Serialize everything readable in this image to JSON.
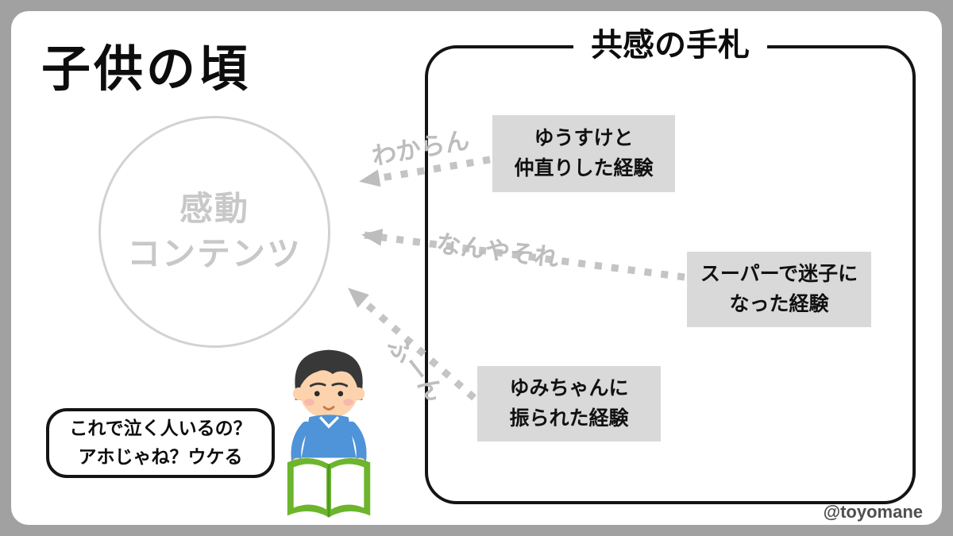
{
  "page": {
    "title": "子供の頃",
    "credit": "@toyomane",
    "colors": {
      "frame_gray": "#a1a1a1",
      "card_gray": "#d9d9d9",
      "muted_gray": "#bdbdbd",
      "ink": "#0d0d0d",
      "book_green": "#6cb52d",
      "shirt_blue": "#4f93d8"
    }
  },
  "panel": {
    "title": "共感の手札",
    "cards": [
      {
        "label": "ゆうすけと\n仲直りした経験"
      },
      {
        "label": "スーパーで迷子に\nなった経験"
      },
      {
        "label": "ゆみちゃんに\n振られた経験"
      }
    ]
  },
  "circle": {
    "label": "感動\nコンテンツ"
  },
  "reactions": [
    {
      "label": "わからん"
    },
    {
      "label": "なんやそれ"
    },
    {
      "label": "ふーん"
    }
  ],
  "speech": {
    "text": "これで泣く人いるの？\nアホじゃね？ウケる"
  },
  "illustration": {
    "name": "boy-reading-green-book"
  }
}
